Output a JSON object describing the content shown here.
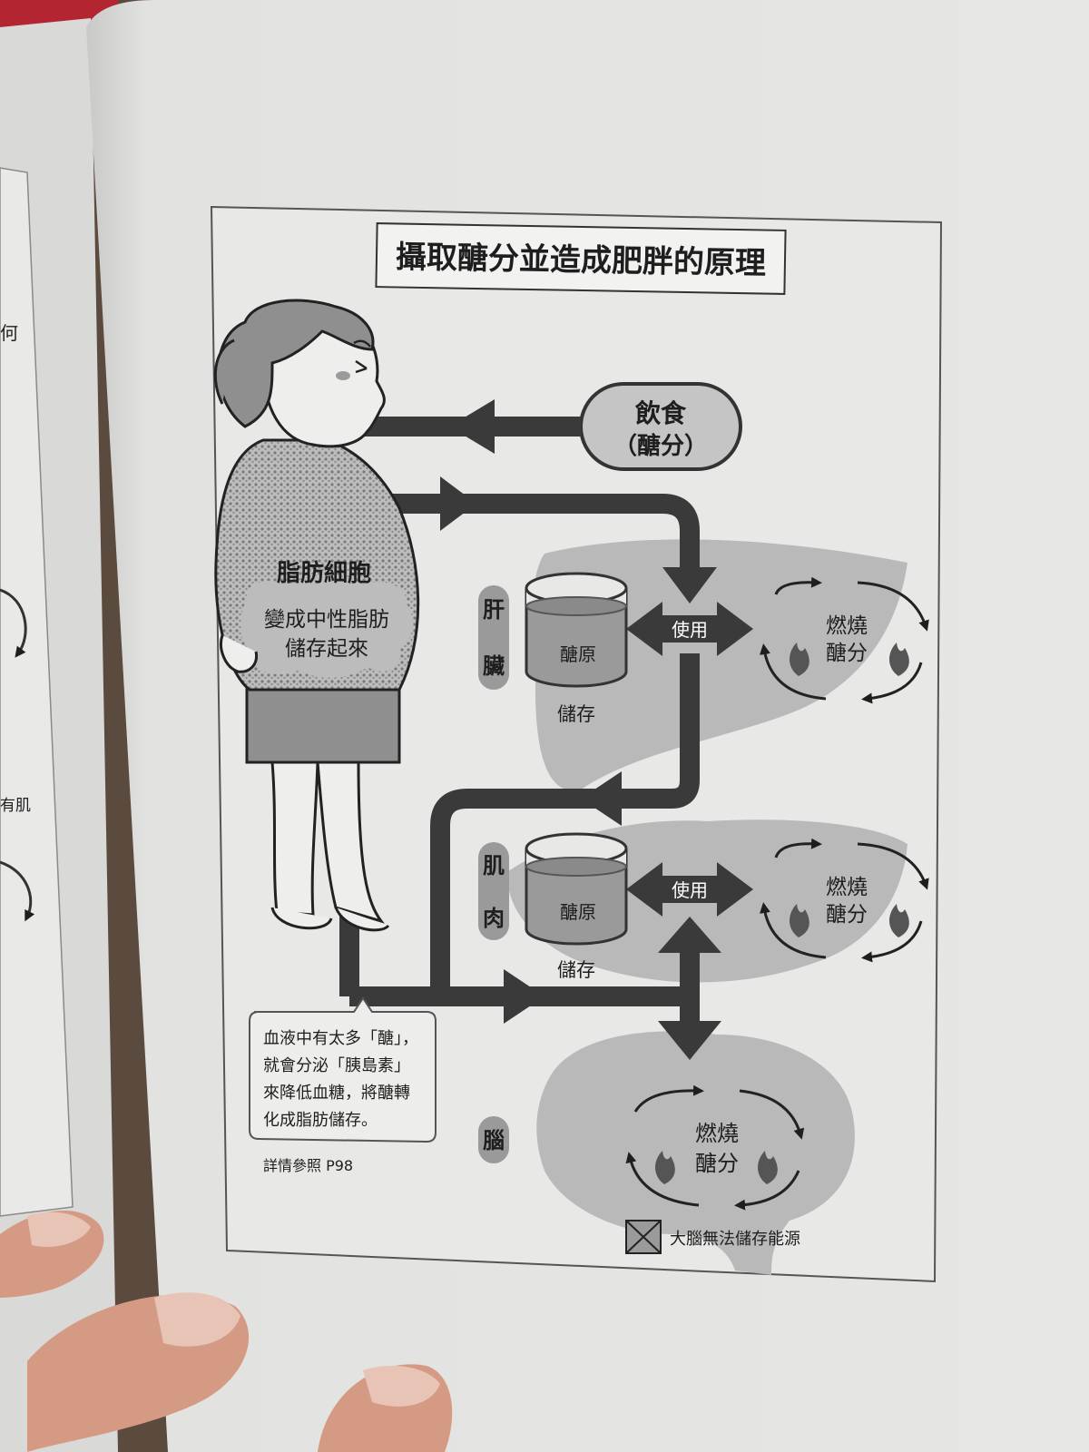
{
  "title": "攝取醣分並造成肥胖的原理",
  "diet": {
    "line1": "飲食",
    "line2": "（醣分）"
  },
  "fat_cell": {
    "title": "脂肪細胞",
    "line1": "變成中性脂肪",
    "line2": "儲存起來"
  },
  "liver": {
    "label_chars": [
      "肝",
      "臟"
    ],
    "tank_label": "醣原",
    "store_label": "儲存",
    "use_label": "使用",
    "burn_line1": "燃燒",
    "burn_line2": "醣分"
  },
  "muscle": {
    "label_chars": [
      "肌",
      "肉"
    ],
    "tank_label": "醣原",
    "store_label": "儲存",
    "use_label": "使用",
    "burn_line1": "燃燒",
    "burn_line2": "醣分"
  },
  "brain": {
    "label_char": "腦",
    "burn_line1": "燃燒",
    "burn_line2": "醣分",
    "note": "大腦無法儲存能源"
  },
  "callout": {
    "lines": [
      "血液中有太多「醣」，",
      "就會分泌「胰島素」",
      "來降低血糖，將醣轉",
      "化成脂肪儲存。"
    ]
  },
  "reference": "詳情參照 P98",
  "left_page": {
    "fragment1": "何",
    "fragment2": "有肌"
  },
  "colors": {
    "arrow": "#3a3a3a",
    "organ": "#b9b9b9",
    "page": "#e3e3e1",
    "pill": "#9a9a9a"
  }
}
